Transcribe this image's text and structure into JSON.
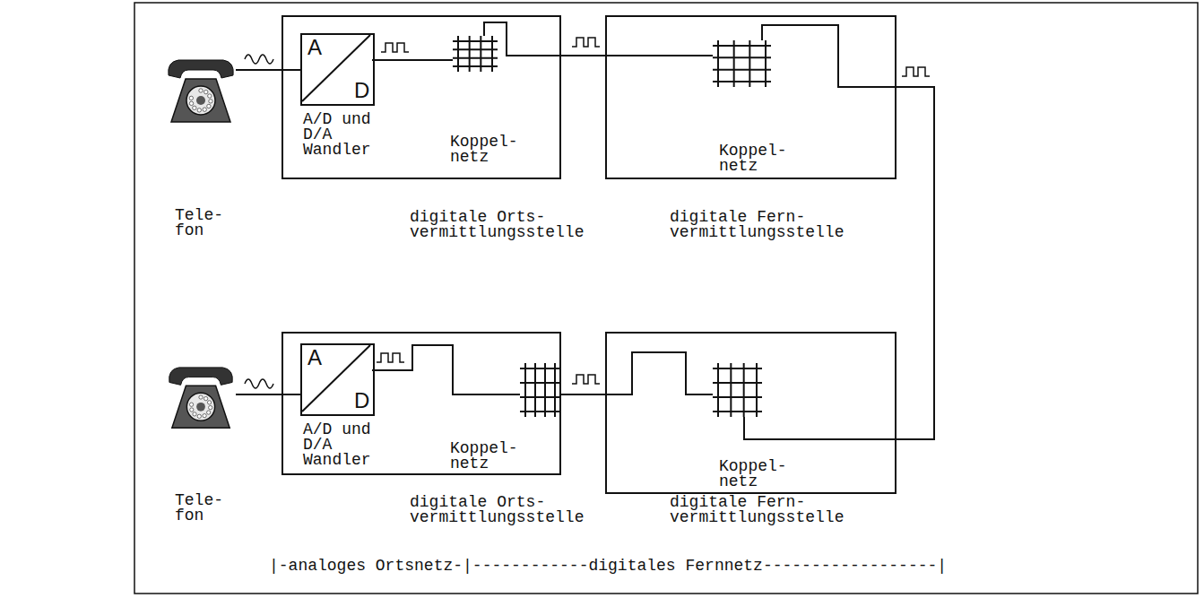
{
  "diagram": {
    "nodes": [
      {
        "text": [
          "Tele- fon"
        ]
      },
      {
        "text": [
          "Koppel- netz",
          "digitale Orts- vermittlungsstelle"
        ]
      },
      {
        "text": [
          "A",
          "D",
          "A/D und D/A Wandler"
        ],
        "in": 1
      },
      {
        "text": [
          "Koppel- netz",
          "digitale Fern- vermittlungsstelle"
        ]
      },
      {
        "text": [
          "Tele- fon"
        ]
      },
      {
        "text": [
          "Koppel- netz",
          "digitale Orts- vermittlungsstelle"
        ]
      },
      {
        "text": [
          "A",
          "D",
          "A/D und D/A Wandler"
        ],
        "in": 5
      },
      {
        "text": [
          "Koppel- netz",
          "digitale Fern- vermittlungsstelle"
        ]
      }
    ],
    "edges": [
      {
        "from": 0,
        "to": 2,
        "arrow": "none"
      },
      {
        "from": 1,
        "to": 3,
        "arrow": "none"
      },
      {
        "from": 3,
        "to": 7,
        "arrow": "none"
      },
      {
        "from": 4,
        "to": 6,
        "arrow": "none"
      },
      {
        "from": 5,
        "to": 7,
        "arrow": "none"
      }
    ],
    "labels": [
      "|-analoges Ortsnetz-|------------digitales Fernnetz------------------|"
    ]
  }
}
